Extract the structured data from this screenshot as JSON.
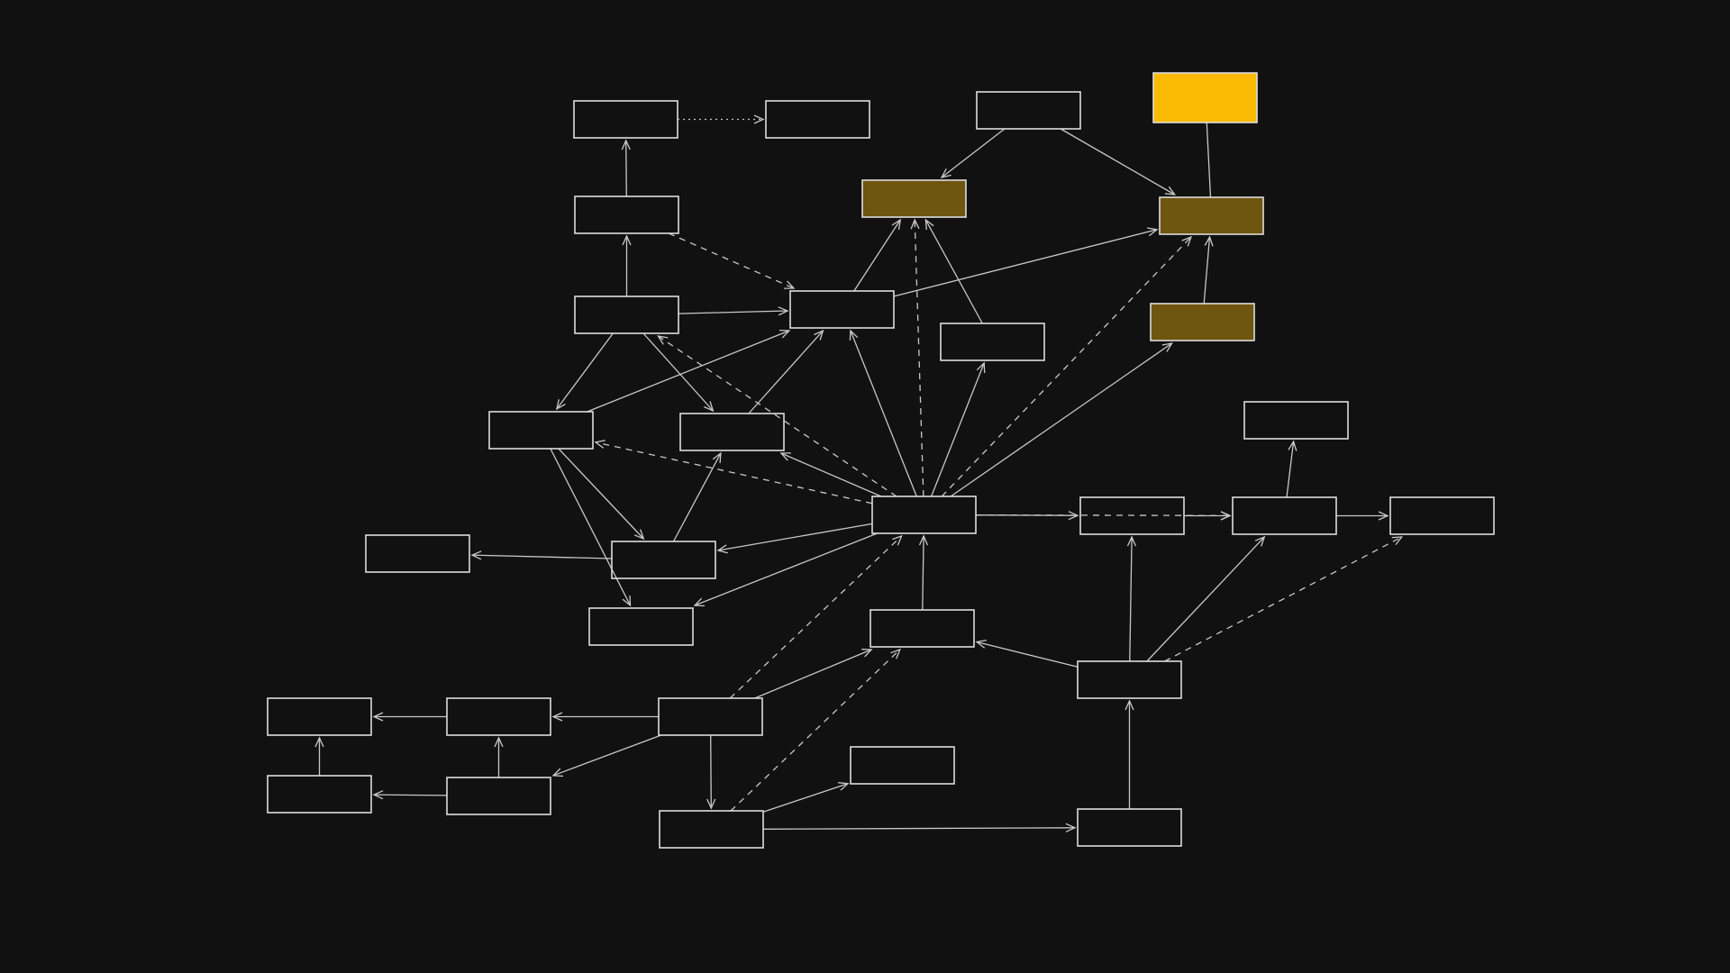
{
  "diagram": {
    "background": "#111111",
    "colors": {
      "stroke": "#dddddd",
      "edge": "#c8c8c8",
      "highlight_fill": "#6e5510",
      "highlight_stroke": "#c9a52b",
      "bright_fill": "#fbbb05"
    },
    "nodes": [
      {
        "id": "n1"
      },
      {
        "id": "n2"
      },
      {
        "id": "n3"
      },
      {
        "id": "n4",
        "style": "bright"
      },
      {
        "id": "n5"
      },
      {
        "id": "n6",
        "style": "highlight"
      },
      {
        "id": "n7",
        "style": "highlight"
      },
      {
        "id": "n8"
      },
      {
        "id": "n9"
      },
      {
        "id": "n10"
      },
      {
        "id": "n11",
        "style": "highlight"
      },
      {
        "id": "n12"
      },
      {
        "id": "n13"
      },
      {
        "id": "n14"
      },
      {
        "id": "n15"
      },
      {
        "id": "n16"
      },
      {
        "id": "n17"
      },
      {
        "id": "n18"
      },
      {
        "id": "n19"
      },
      {
        "id": "n20"
      },
      {
        "id": "n21"
      },
      {
        "id": "n22"
      },
      {
        "id": "n23"
      },
      {
        "id": "n24"
      },
      {
        "id": "n25"
      },
      {
        "id": "n26"
      },
      {
        "id": "n27"
      },
      {
        "id": "n28"
      },
      {
        "id": "n29"
      },
      {
        "id": "n30"
      },
      {
        "id": "n31"
      }
    ],
    "edges": [
      {
        "from": "n1",
        "to": "n2",
        "style": "dotted"
      },
      {
        "from": "n5",
        "to": "n1",
        "style": "solid"
      },
      {
        "from": "n8",
        "to": "n5",
        "style": "solid"
      },
      {
        "from": "n5",
        "to": "n9",
        "style": "dashed"
      },
      {
        "from": "n3",
        "to": "n6",
        "style": "solid"
      },
      {
        "from": "n3",
        "to": "n7",
        "style": "solid"
      },
      {
        "from": "n7",
        "to": "n4",
        "style": "solid"
      },
      {
        "from": "n11",
        "to": "n7",
        "style": "solid"
      },
      {
        "from": "n9",
        "to": "n6",
        "style": "solid"
      },
      {
        "from": "n9",
        "to": "n7",
        "style": "solid"
      },
      {
        "from": "n10",
        "to": "n6",
        "style": "solid"
      },
      {
        "from": "n8",
        "to": "n9",
        "style": "solid"
      },
      {
        "from": "n8",
        "to": "n12",
        "style": "solid"
      },
      {
        "from": "n8",
        "to": "n13",
        "style": "solid"
      },
      {
        "from": "n12",
        "to": "n9",
        "style": "solid"
      },
      {
        "from": "n13",
        "to": "n9",
        "style": "solid"
      },
      {
        "from": "n12",
        "to": "n17",
        "style": "solid"
      },
      {
        "from": "n12",
        "to": "n18",
        "style": "solid"
      },
      {
        "from": "n17",
        "to": "n13",
        "style": "solid"
      },
      {
        "from": "n17",
        "to": "n16",
        "style": "solid"
      },
      {
        "from": "n15",
        "to": "n9",
        "style": "solid"
      },
      {
        "from": "n15",
        "to": "n6",
        "style": "dashed"
      },
      {
        "from": "n15",
        "to": "n10",
        "style": "solid"
      },
      {
        "from": "n15",
        "to": "n7",
        "style": "dashed"
      },
      {
        "from": "n15",
        "to": "n11",
        "style": "solid"
      },
      {
        "from": "n15",
        "to": "n8",
        "style": "dashed"
      },
      {
        "from": "n15",
        "to": "n12",
        "style": "dashed"
      },
      {
        "from": "n15",
        "to": "n13",
        "style": "solid"
      },
      {
        "from": "n15",
        "to": "n17",
        "style": "solid"
      },
      {
        "from": "n15",
        "to": "n18",
        "style": "solid"
      },
      {
        "from": "n15",
        "to": "n19",
        "style": "solid"
      },
      {
        "from": "n15",
        "to": "n20",
        "style": "dashed"
      },
      {
        "from": "n19",
        "to": "n20",
        "style": "solid"
      },
      {
        "from": "n20",
        "to": "n14",
        "style": "solid"
      },
      {
        "from": "n20",
        "to": "n21",
        "style": "solid"
      },
      {
        "from": "n22",
        "to": "n15",
        "style": "solid"
      },
      {
        "from": "n23",
        "to": "n19",
        "style": "solid"
      },
      {
        "from": "n23",
        "to": "n20",
        "style": "solid"
      },
      {
        "from": "n23",
        "to": "n22",
        "style": "solid"
      },
      {
        "from": "n23",
        "to": "n21",
        "style": "dashed"
      },
      {
        "from": "n26",
        "to": "n22",
        "style": "solid"
      },
      {
        "from": "n26",
        "to": "n15",
        "style": "dashed"
      },
      {
        "from": "n26",
        "to": "n25",
        "style": "solid"
      },
      {
        "from": "n26",
        "to": "n29",
        "style": "solid"
      },
      {
        "from": "n26",
        "to": "n30",
        "style": "solid"
      },
      {
        "from": "n25",
        "to": "n24",
        "style": "solid"
      },
      {
        "from": "n29",
        "to": "n28",
        "style": "solid"
      },
      {
        "from": "n29",
        "to": "n25",
        "style": "solid"
      },
      {
        "from": "n28",
        "to": "n24",
        "style": "solid"
      },
      {
        "from": "n30",
        "to": "n27",
        "style": "solid"
      },
      {
        "from": "n30",
        "to": "n22",
        "style": "dashed"
      },
      {
        "from": "n30",
        "to": "n31",
        "style": "solid"
      },
      {
        "from": "n31",
        "to": "n23",
        "style": "solid"
      }
    ]
  }
}
